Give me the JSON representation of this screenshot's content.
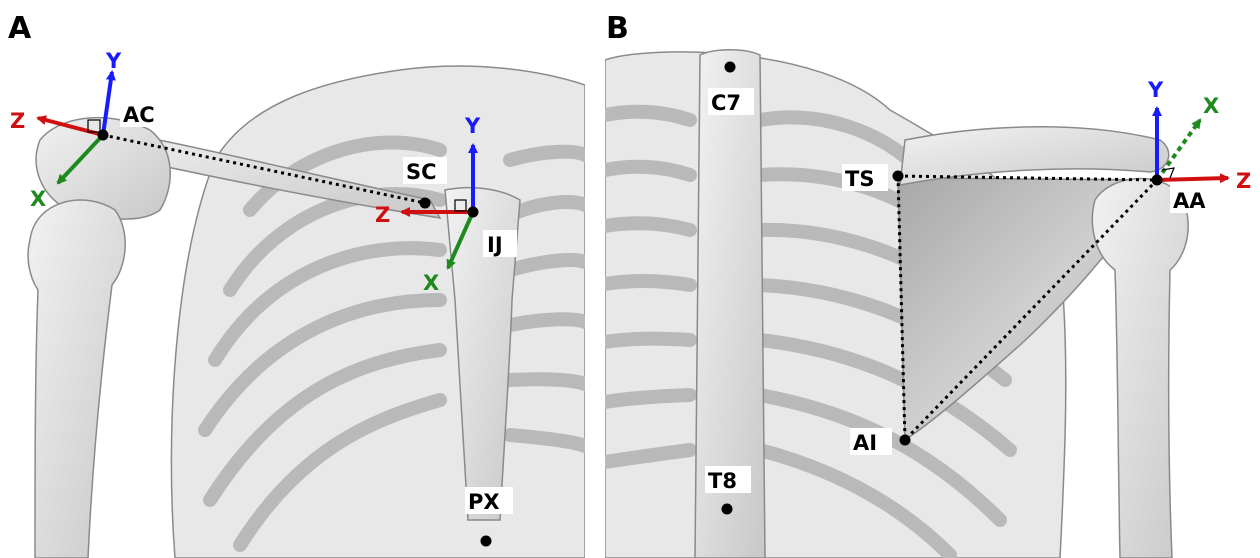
{
  "panels": [
    {
      "letter": "A",
      "landmarks": {
        "ac": "AC",
        "sc": "SC",
        "ij": "IJ",
        "px": "PX"
      },
      "axes": {
        "y": "Y",
        "z": "Z",
        "x": "X"
      }
    },
    {
      "letter": "B",
      "landmarks": {
        "c7": "C7",
        "ts": "TS",
        "aa": "AA",
        "ai": "AI",
        "t8": "T8"
      },
      "axes": {
        "y": "Y",
        "z": "Z",
        "x": "X"
      }
    }
  ],
  "colors": {
    "y_axis": "#1a1aff",
    "z_axis": "#d01010",
    "x_axis": "#1e8a1e",
    "bone": "#dcdcdc",
    "bone_edge": "#8a8a8a",
    "background": "#ffffff"
  }
}
